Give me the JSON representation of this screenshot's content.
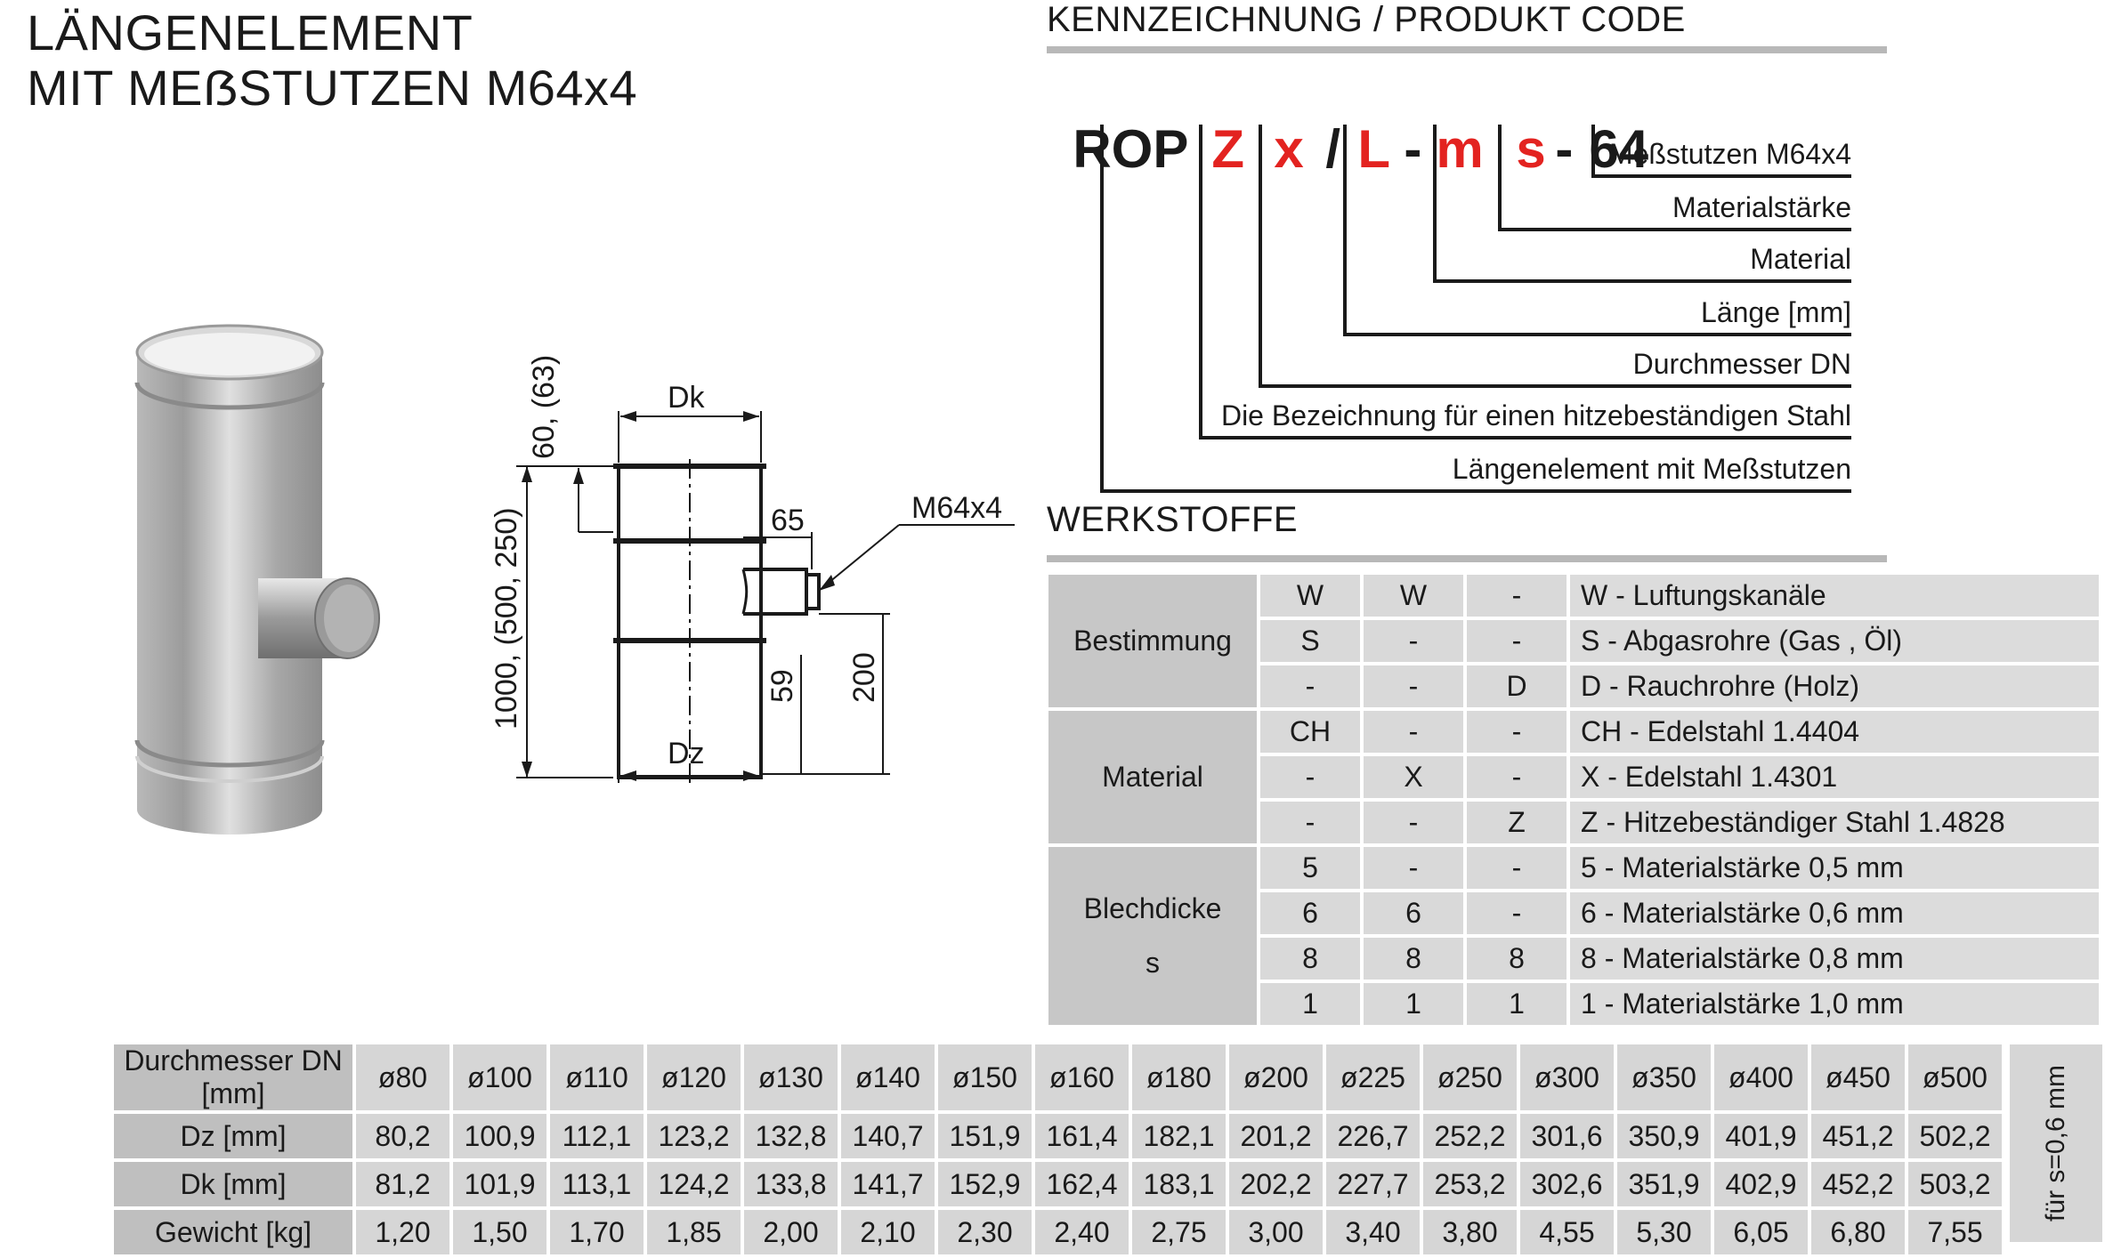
{
  "title": {
    "line1": "LÄNGENELEMENT",
    "line2": "MIT MEẞSTUTZEN M64x4"
  },
  "kennzeichnung": "KENNZEICHNUNG /  PRODUKT CODE",
  "code_parts": [
    "ROP",
    "Z",
    "x",
    "/",
    "L",
    "-",
    "m",
    "s",
    "-",
    "64"
  ],
  "legend": [
    "Meßstutzen M64x4",
    "Materialstärke",
    "Material",
    "Länge [mm]",
    "Durchmesser DN",
    "Die Bezeichnung für einen hitzebeständigen Stahl",
    "Längenelement mit Meßstutzen"
  ],
  "drawing": {
    "top_dim": "60, (63)",
    "length_dim": "1000, (500, 250)",
    "dk": "Dk",
    "dz": "Dz",
    "d65": "65",
    "d59": "59",
    "d200": "200",
    "thread": "M64x4"
  },
  "werkstoffe": {
    "title": "WERKSTOFFE",
    "groups": [
      {
        "name": "Bestimmung",
        "name2": "",
        "rows": [
          [
            "W",
            "W",
            "-",
            "W - Luftungskanäle"
          ],
          [
            "S",
            "-",
            "-",
            "S - Abgasrohre (Gas , Öl)"
          ],
          [
            "-",
            "-",
            "D",
            "D - Rauchrohre (Holz)"
          ]
        ]
      },
      {
        "name": "Material",
        "name2": "",
        "rows": [
          [
            "CH",
            "-",
            "-",
            "CH - Edelstahl 1.4404"
          ],
          [
            "-",
            "X",
            "-",
            "X - Edelstahl 1.4301"
          ],
          [
            "-",
            "-",
            "Z",
            "Z - Hitzebeständiger Stahl 1.4828"
          ]
        ]
      },
      {
        "name": "Blechdicke",
        "name2": "s",
        "rows": [
          [
            "5",
            "-",
            "-",
            "5 - Materialstärke 0,5 mm"
          ],
          [
            "6",
            "6",
            "-",
            "6 - Materialstärke 0,6 mm"
          ],
          [
            "8",
            "8",
            "8",
            "8 - Materialstärke 0,8 mm"
          ],
          [
            "1",
            "1",
            "1",
            "1 - Materialstärke 1,0 mm"
          ]
        ]
      }
    ]
  },
  "dimensions": {
    "header_label": "Durchmesser DN [mm]",
    "diameters": [
      "ø80",
      "ø100",
      "ø110",
      "ø120",
      "ø130",
      "ø140",
      "ø150",
      "ø160",
      "ø180",
      "ø200",
      "ø225",
      "ø250",
      "ø300",
      "ø350",
      "ø400",
      "ø450",
      "ø500"
    ],
    "rows": [
      {
        "label": "Dz [mm]",
        "values": [
          "80,2",
          "100,9",
          "112,1",
          "123,2",
          "132,8",
          "140,7",
          "151,9",
          "161,4",
          "182,1",
          "201,2",
          "226,7",
          "252,2",
          "301,6",
          "350,9",
          "401,9",
          "451,2",
          "502,2"
        ]
      },
      {
        "label": "Dk [mm]",
        "values": [
          "81,2",
          "101,9",
          "113,1",
          "124,2",
          "133,8",
          "141,7",
          "152,9",
          "162,4",
          "183,1",
          "202,2",
          "227,7",
          "253,2",
          "302,6",
          "351,9",
          "402,9",
          "452,2",
          "503,2"
        ]
      },
      {
        "label": "Gewicht [kg]",
        "values": [
          "1,20",
          "1,50",
          "1,70",
          "1,85",
          "2,00",
          "2,10",
          "2,30",
          "2,40",
          "2,75",
          "3,00",
          "3,40",
          "3,80",
          "4,55",
          "5,30",
          "6,05",
          "6,80",
          "7,55"
        ]
      }
    ],
    "side_note": "für s=0,6 mm"
  }
}
